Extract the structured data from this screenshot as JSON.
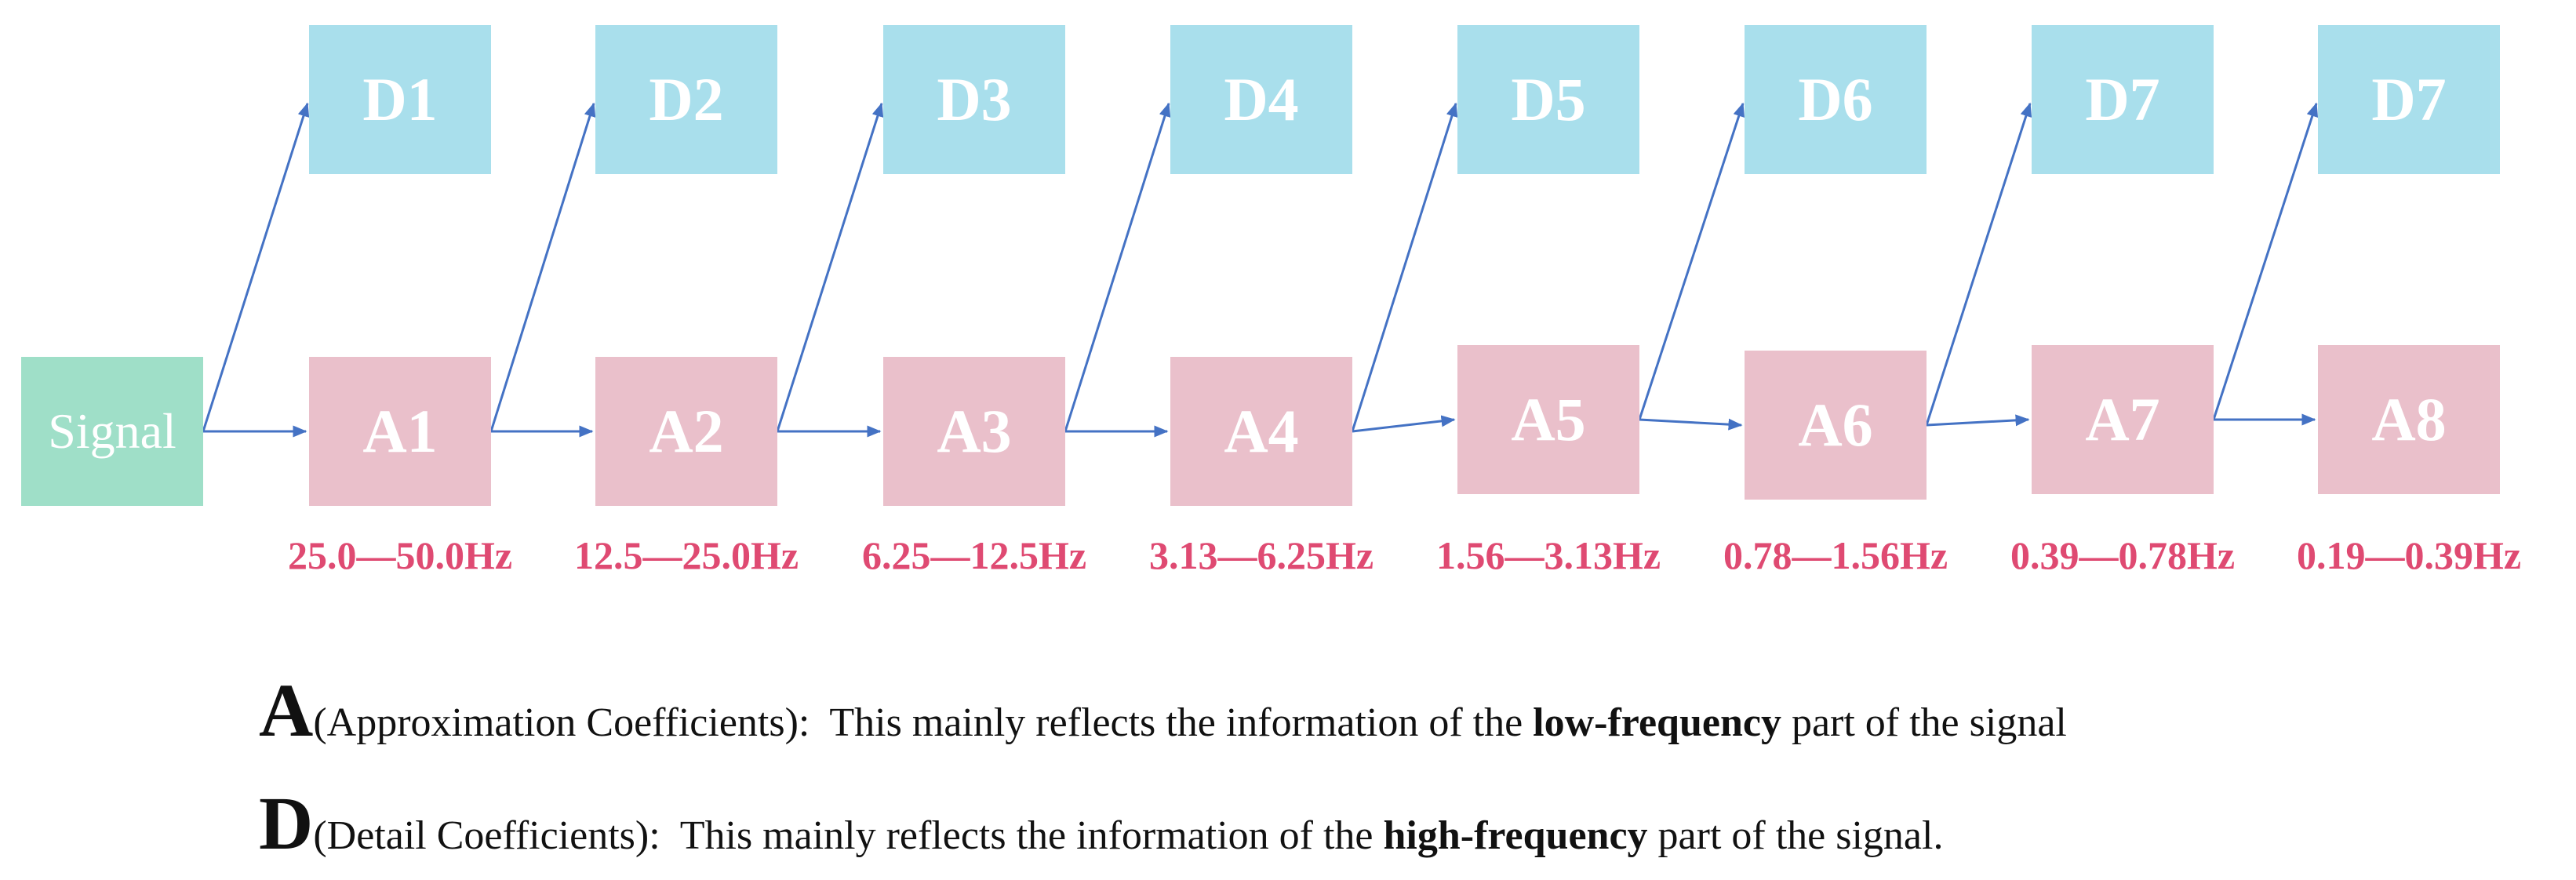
{
  "signal": {
    "label": "Signal"
  },
  "detail_nodes": [
    "D1",
    "D2",
    "D3",
    "D4",
    "D5",
    "D6",
    "D7",
    "D7"
  ],
  "approx_nodes": [
    "A1",
    "A2",
    "A3",
    "A4",
    "A5",
    "A6",
    "A7",
    "A8"
  ],
  "freq_bands": [
    "25.0—50.0Hz",
    "12.5—25.0Hz",
    "6.25—12.5Hz",
    "3.13—6.25Hz",
    "1.56—3.13Hz",
    "0.78—1.56Hz",
    "0.39—0.78Hz",
    "0.19—0.39Hz"
  ],
  "legend": {
    "a": {
      "letter": "A",
      "name": "(Approximation Coefficients)",
      "sep": ":",
      "pre": "  This mainly reflects the information of the ",
      "emph": "low-frequency",
      "post": " part of the signal"
    },
    "d": {
      "letter": "D",
      "name": "(Detail Coefficients)",
      "sep": ":",
      "pre": "  This mainly reflects the information of the ",
      "emph": "high-frequency",
      "post": " part of the signal."
    }
  },
  "colors": {
    "signal_box": "#9fdfc8",
    "detail_box": "#a9dfec",
    "approx_box": "#eac0cb",
    "arrow": "#4472c4",
    "freq_text": "#df4a72"
  }
}
